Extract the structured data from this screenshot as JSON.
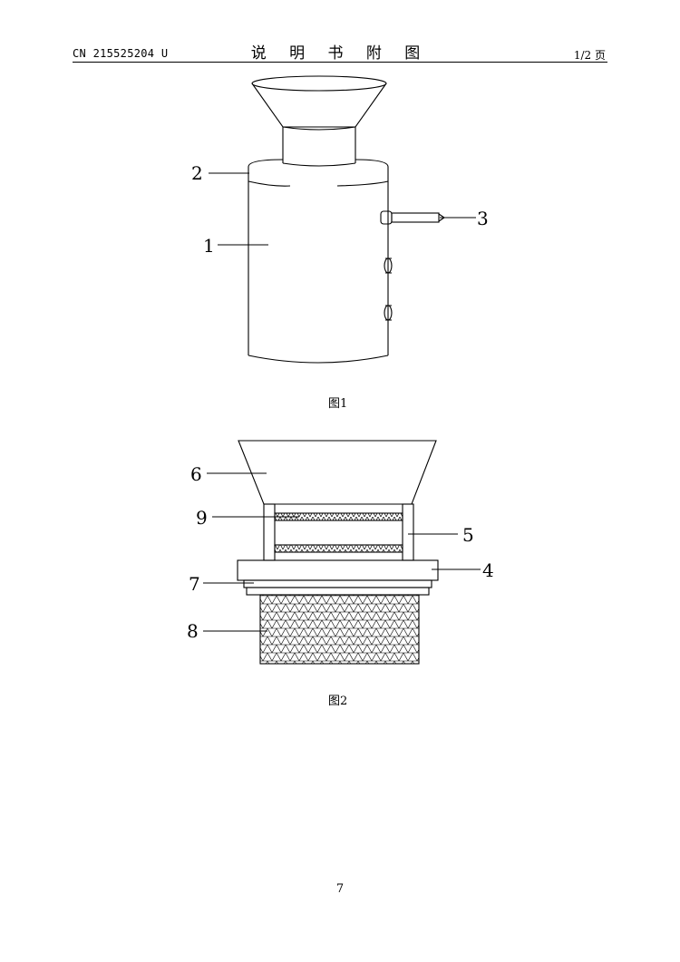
{
  "header": {
    "doc_number": "CN 215525204 U",
    "title": "说 明 书 附 图",
    "page_of": "1/2 页"
  },
  "figures": [
    {
      "caption": "图1",
      "labels": [
        "1",
        "2",
        "3"
      ]
    },
    {
      "caption": "图2",
      "labels": [
        "4",
        "5",
        "6",
        "7",
        "8",
        "9"
      ]
    }
  ],
  "footer": {
    "page_number": "7"
  }
}
